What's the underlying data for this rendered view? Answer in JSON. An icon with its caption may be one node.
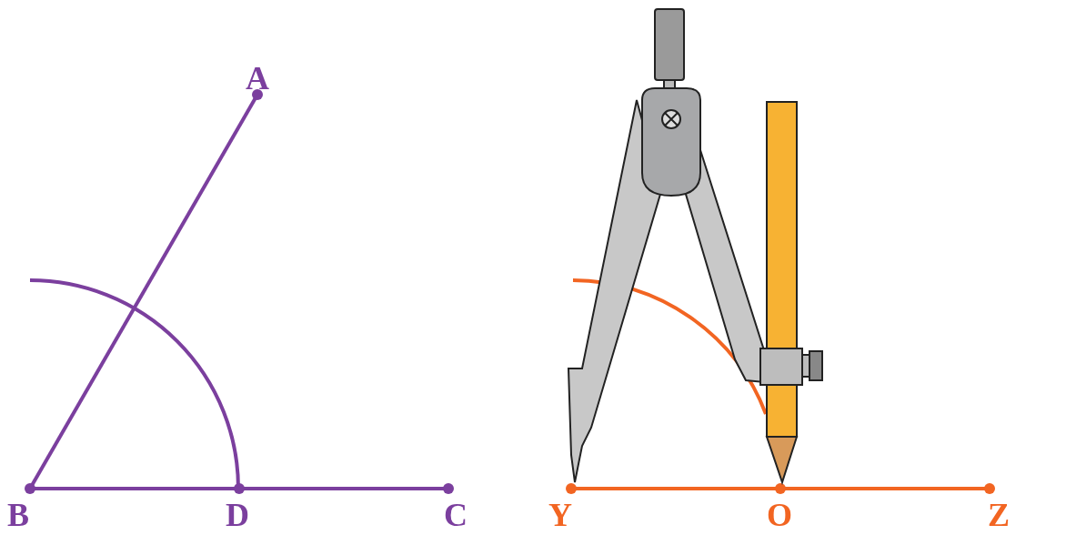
{
  "diagram": {
    "labels": [
      "A",
      "B",
      "D",
      "C",
      "Y",
      "O",
      "Z"
    ]
  }
}
